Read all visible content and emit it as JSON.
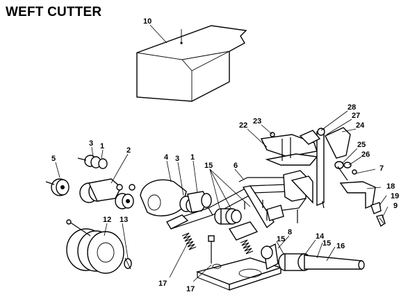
{
  "title": "WEFT CUTTER",
  "callouts": {
    "c10": "10",
    "c3a": "3",
    "c1a": "1",
    "c2": "2",
    "c5": "5",
    "c4": "4",
    "c3b": "3",
    "c1b": "1",
    "c15a": "15",
    "c6": "6",
    "c22": "22",
    "c23": "23",
    "c28": "28",
    "c27": "27",
    "c24": "24",
    "c25": "25",
    "c26": "26",
    "c7": "7",
    "c18": "18",
    "c19": "19",
    "c9": "9",
    "c12": "12",
    "c13": "13",
    "c8": "8",
    "c15b": "15",
    "c14": "14",
    "c15c": "15",
    "c16": "16",
    "c17a": "17",
    "c17b": "17"
  }
}
